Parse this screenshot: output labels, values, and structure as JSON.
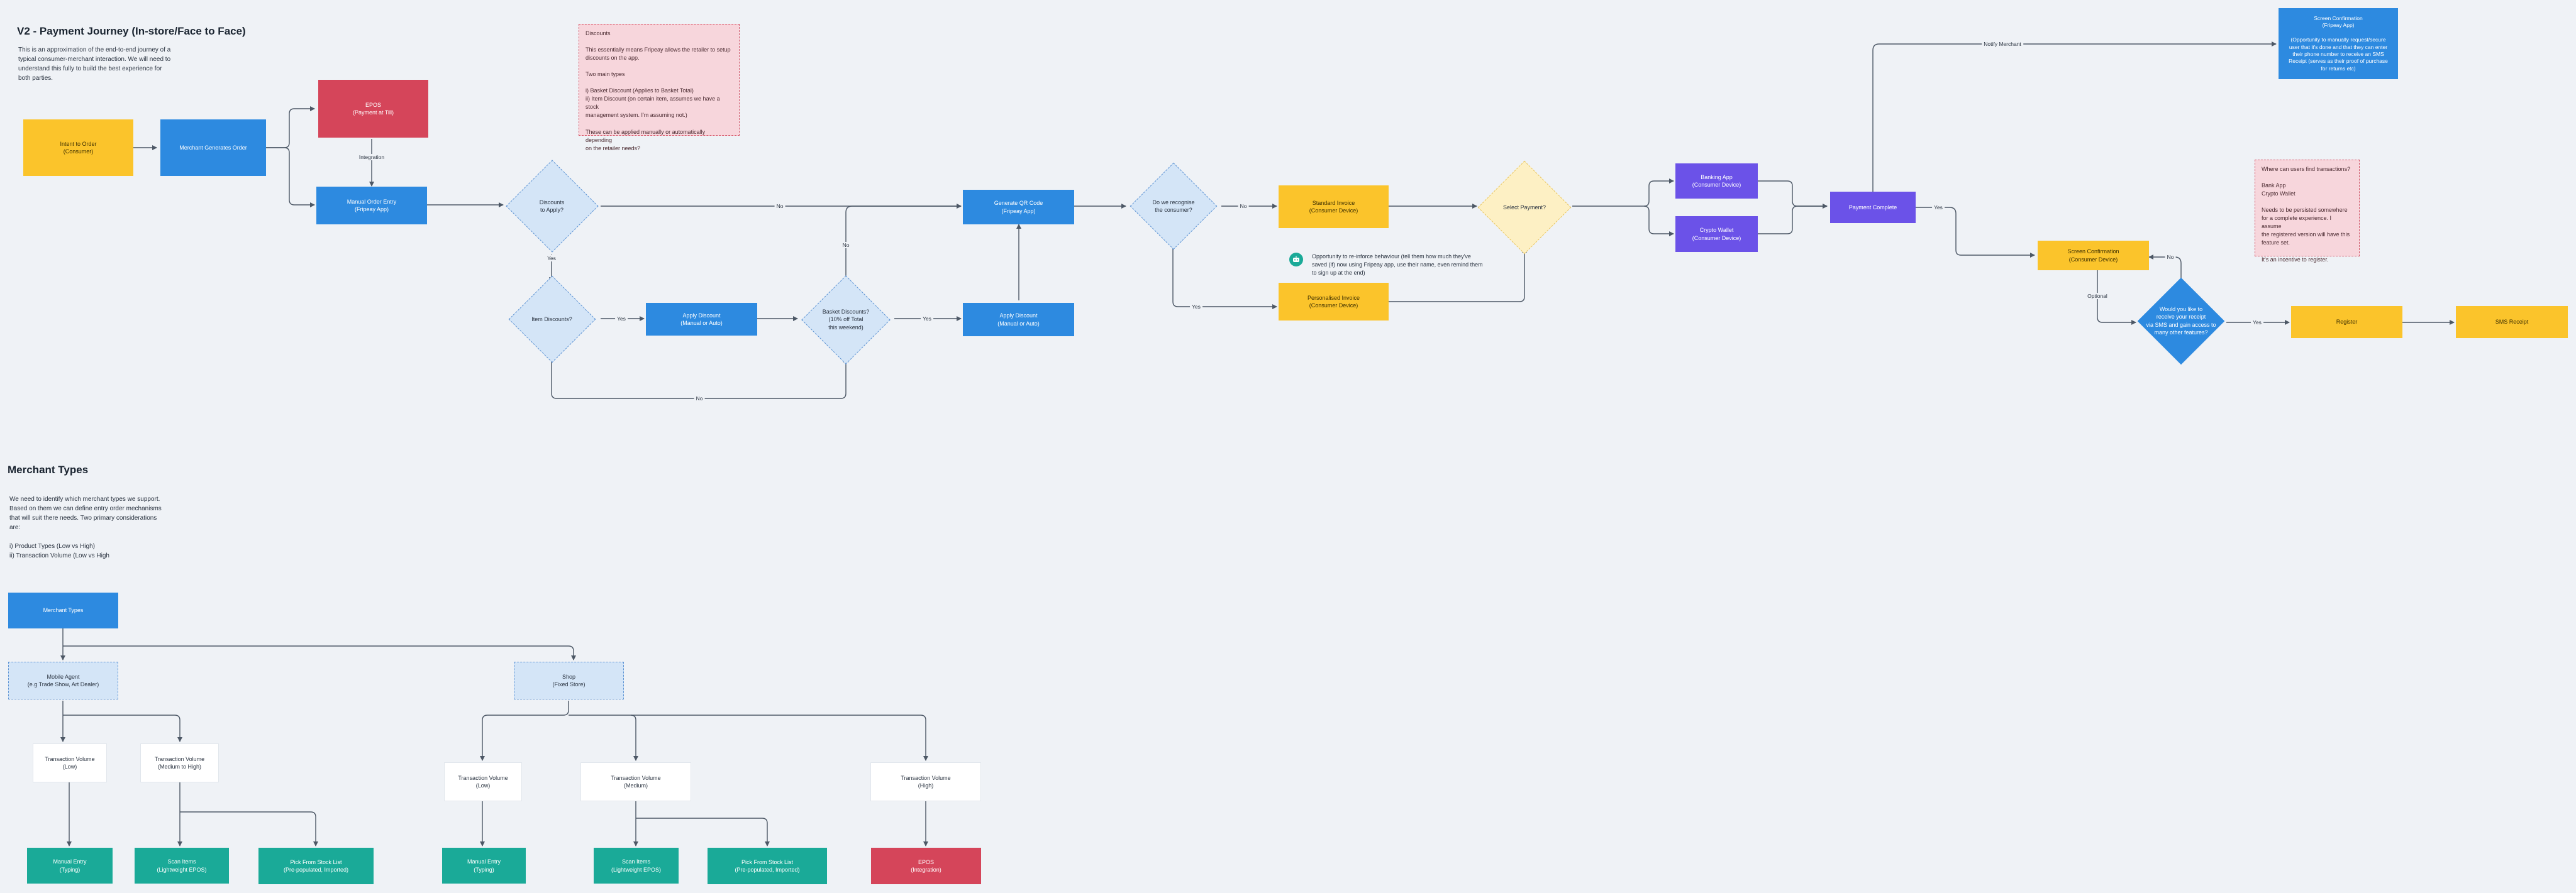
{
  "journey": {
    "title": "V2 - Payment Journey (In-store/Face to Face)",
    "description": "This is an approximation of the end-to-end journey of a\ntypical consumer-merchant interaction. We will need to\nunderstand this fully to build the best experience for\nboth parties."
  },
  "nodes": {
    "intent": "Intent to Order\n(Consumer)",
    "merchant_generates": "Merchant Generates Order",
    "epos": "EPOS\n(Payment at Till)",
    "manual_entry": "Manual Order Entry\n(Fripeay App)",
    "discounts_apply": "Discounts\nto Apply?",
    "item_discounts": "Item Discounts?",
    "apply_discount_1": "Apply Discount\n(Manual or Auto)",
    "basket_discounts": "Basket Discounts?\n(10% off Total\nthis weekend)",
    "apply_discount_2": "Apply Discount\n(Manual or Auto)",
    "generate_qr": "Generate QR Code\n(Fripeay App)",
    "recognise": "Do we recognise\nthe consumer?",
    "standard_invoice": "Standard Invoice\n(Consumer Device)",
    "personalised_invoice": "Personalised Invoice\n(Consumer Device)",
    "select_payment": "Select Payment?",
    "banking_app": "Banking App\n(Consumer Device)",
    "crypto_wallet": "Crypto Wallet\n(Consumer Device)",
    "payment_complete": "Payment Complete",
    "screen_conf_top": "Screen Confirmation\n(Fripeay App)\n\n(Opportunity to manually request/secure\nuser that it's done and that they can enter\ntheir phone number to receive an SMS\nReceipt (serves as their proof of purchase\nfor returns etc)",
    "screen_conf_consumer": "Screen Confirmation\n(Consumer Device)",
    "receive_receipt": "Would you like to\nreceive your receipt\nvia SMS and gain access to\nmany other features?",
    "register": "Register",
    "sms_receipt": "SMS Receipt"
  },
  "edge_labels": {
    "integration": "Integration",
    "no_top": "No",
    "yes_down": "Yes",
    "yes_item": "Yes",
    "yes_basket": "Yes",
    "no_basket": "No",
    "no_bottom": "No",
    "no_recognise": "No",
    "yes_recognise": "Yes",
    "notify_merchant": "Notify Merchant",
    "yes_payment": "Yes",
    "optional": "Optional",
    "no_receipt": "No",
    "yes_receipt": "Yes"
  },
  "notes": {
    "discounts": "Discounts\n\nThis essentially means Fripeay allows the retailer to setup\ndiscounts on the app.\n\nTwo main types\n\ni) Basket Discount (Applies to Basket Total)\nii) Item Discount (on certain item, assumes we have a stock\nmanagement system. I'm assuming not.)\n\nThese can be applied manually or automatically depending\non the retailer needs?",
    "transactions": "Where can users find transactions?\n\nBank App\nCrypto Wallet\n\nNeeds to be persisted somewhere\nfor a complete experience. I assume\nthe registered version will have this\nfeature set.\n\nIt's an incentive to register.",
    "opportunity": "Opportunity to re-inforce behaviour (tell them how much they've\nsaved (if) now using Fripeay app, use their name, even remind them\nto sign up at the end)"
  },
  "merchant": {
    "title": "Merchant Types",
    "description": "We need to identify which merchant types we support.\nBased on them we can define entry order mechanisms\nthat will suit there needs. Two primary considerations\nare:\n\ni) Product Types (Low vs High)\nii) Transaction Volume (Low vs High",
    "nodes": {
      "types": "Merchant Types",
      "mobile": "Mobile Agent\n(e.g Trade Show, Art Dealer)",
      "shop": "Shop\n(Fixed Store)",
      "tv_low_1": "Transaction Volume\n(Low)",
      "tv_medhigh": "Transaction Volume\n(Medium to High)",
      "tv_low_2": "Transaction Volume\n(Low)",
      "tv_medium": "Transaction Volume\n(Medium)",
      "tv_high": "Transaction Volume\n(High)",
      "manual_1": "Manual Entry\n(Typing)",
      "scan_1": "Scan Items\n(Lightweight EPOS)",
      "pick_1": "Pick From Stock List\n(Pre-populated, Imported)",
      "manual_2": "Manual Entry\n(Typing)",
      "scan_2": "Scan Items\n(Lightweight EPOS)",
      "pick_2": "Pick From Stock List\n(Pre-populated, Imported)",
      "epos": "EPOS\n(Integration)"
    }
  },
  "colors": {
    "blue": "#2d8ae0",
    "yellow": "#fbc42b",
    "red": "#d5455a",
    "purple": "#6b52e8",
    "teal": "#1aaa98",
    "cream": "#fdf0c4",
    "light_blue": "#d4e5f7",
    "note_pink": "#f7d6dc"
  },
  "icons": {
    "bot": "robot-face-icon"
  }
}
